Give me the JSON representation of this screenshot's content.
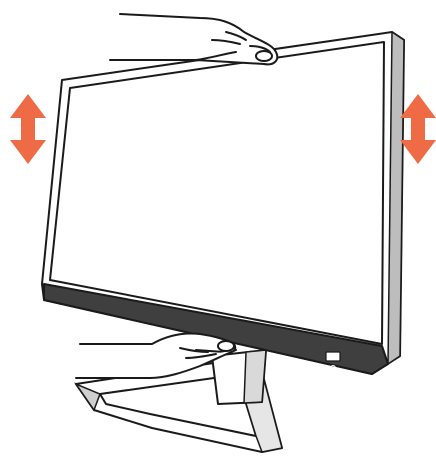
{
  "illustration": {
    "subject": "monitor-height-adjustment",
    "icons": [
      "up-down-arrow-icon-left",
      "up-down-arrow-icon-right",
      "hand-on-top-icon",
      "hand-on-stand-icon",
      "monitor-icon",
      "stand-base-icon"
    ],
    "colors": {
      "arrow": "#EE6B45",
      "outline": "#1a1a1a",
      "bezel": "#444444",
      "screen": "#ffffff",
      "background": "#ffffff"
    }
  }
}
